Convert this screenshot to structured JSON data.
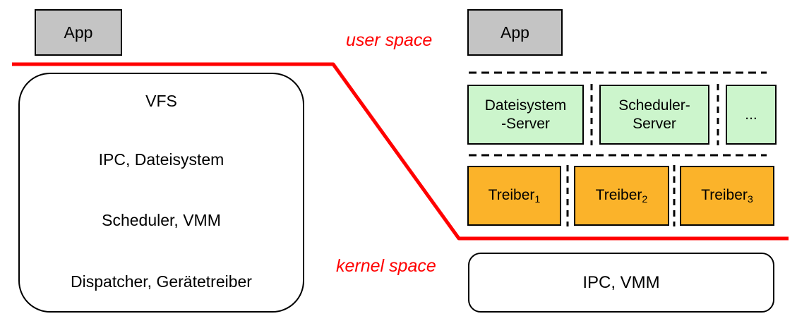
{
  "left": {
    "app_label": "App",
    "layers": [
      "VFS",
      "IPC, Dateisystem",
      "Scheduler, VMM",
      "Dispatcher, Gerätetreiber"
    ]
  },
  "boundary": {
    "user_label": "user space",
    "kernel_label": "kernel space"
  },
  "right": {
    "app_label": "App",
    "servers": [
      {
        "lines": [
          "Dateisystem",
          "-Server"
        ]
      },
      {
        "lines": [
          "Scheduler-",
          "Server"
        ]
      },
      {
        "lines": [
          "..."
        ]
      }
    ],
    "drivers": [
      {
        "base": "Treiber",
        "sub": "1"
      },
      {
        "base": "Treiber",
        "sub": "2"
      },
      {
        "base": "Treiber",
        "sub": "3"
      }
    ],
    "kernel_box_label": "IPC, VMM"
  },
  "colors": {
    "app_gray": "#C4C4C4",
    "server_green": "#CCF5CC",
    "driver_orange": "#FBB32A",
    "boundary_red": "#FF0000",
    "border_black": "#000000"
  }
}
